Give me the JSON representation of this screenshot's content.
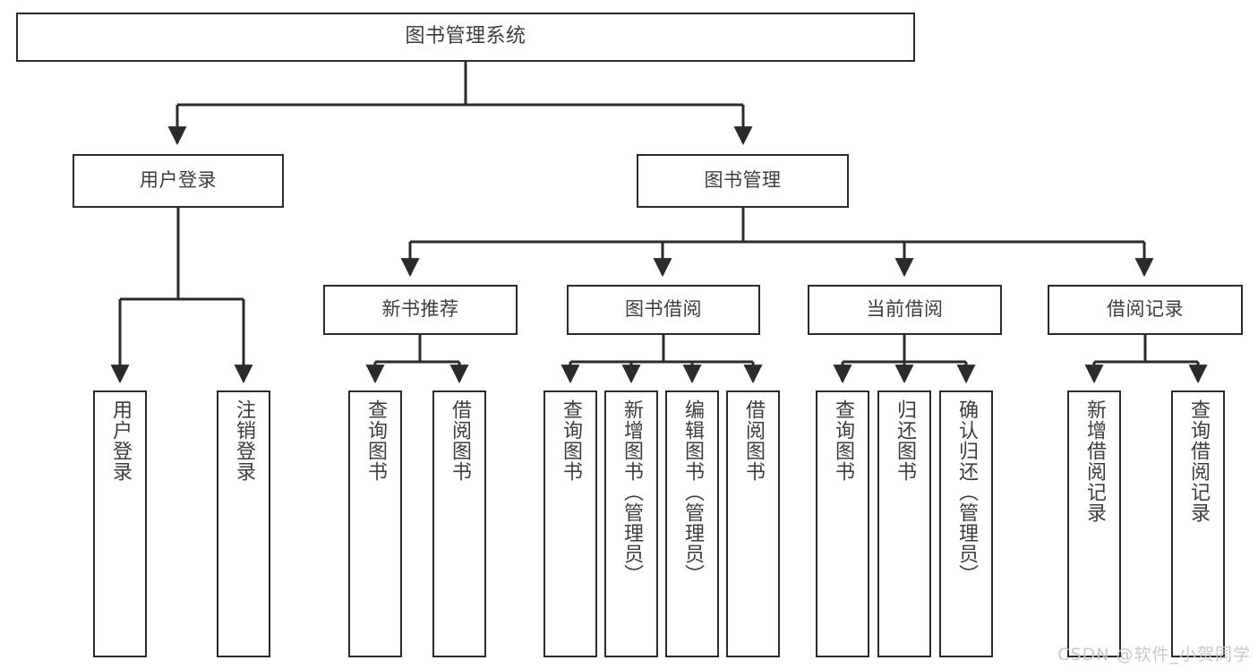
{
  "diagram": {
    "title": "图书管理系统",
    "type": "tree-hierarchy-diagram",
    "colors": {
      "border": "#2b2b2b",
      "text": "#3d3d3d",
      "background": "#ffffff",
      "watermark": "#c9c9c9"
    },
    "root": {
      "label": "图书管理系统"
    },
    "level1": [
      {
        "label": "用户登录"
      },
      {
        "label": "图书管理"
      }
    ],
    "level2": [
      {
        "label": "新书推荐"
      },
      {
        "label": "图书借阅"
      },
      {
        "label": "当前借阅"
      },
      {
        "label": "借阅记录"
      }
    ],
    "leaves": {
      "user_login": [
        {
          "label": "用户登录"
        },
        {
          "label": "注销登录"
        }
      ],
      "new_book_recommend": [
        {
          "label": "查询图书"
        },
        {
          "label": "借阅图书"
        }
      ],
      "book_borrow": [
        {
          "label": "查询图书"
        },
        {
          "label": "新增图书（管理员）"
        },
        {
          "label": "编辑图书（管理员）"
        },
        {
          "label": "借阅图书"
        }
      ],
      "current_borrow": [
        {
          "label": "查询图书"
        },
        {
          "label": "归还图书"
        },
        {
          "label": "确认归还（管理员）"
        }
      ],
      "borrow_record": [
        {
          "label": "新增借阅记录"
        },
        {
          "label": "查询借阅记录"
        }
      ]
    }
  },
  "watermark": {
    "text": "CSDN @软件_小贺同学"
  }
}
